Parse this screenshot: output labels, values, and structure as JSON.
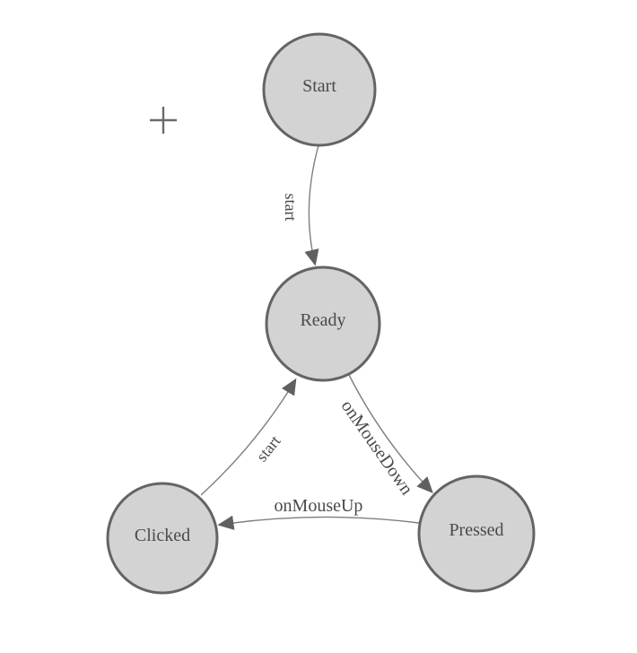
{
  "diagram": {
    "type": "state-machine",
    "background": "#ffffff",
    "colors": {
      "node_fill": "#d3d3d3",
      "node_stroke": "#646464",
      "edge_stroke": "#7e7e7e",
      "arrowhead_fill": "#606060",
      "label_text": "#4a4a4a",
      "crosshair": "#6a6a6a"
    },
    "nodes": [
      {
        "id": "start",
        "label": "Start"
      },
      {
        "id": "ready",
        "label": "Ready"
      },
      {
        "id": "clicked",
        "label": "Clicked"
      },
      {
        "id": "pressed",
        "label": "Pressed"
      }
    ],
    "edges": [
      {
        "from": "start",
        "to": "ready",
        "label": "start"
      },
      {
        "from": "ready",
        "to": "pressed",
        "label": "onMouseDown"
      },
      {
        "from": "pressed",
        "to": "clicked",
        "label": "onMouseUp"
      },
      {
        "from": "clicked",
        "to": "ready",
        "label": "start"
      }
    ],
    "markers": [
      {
        "id": "crosshair",
        "glyph": "plus"
      }
    ]
  }
}
